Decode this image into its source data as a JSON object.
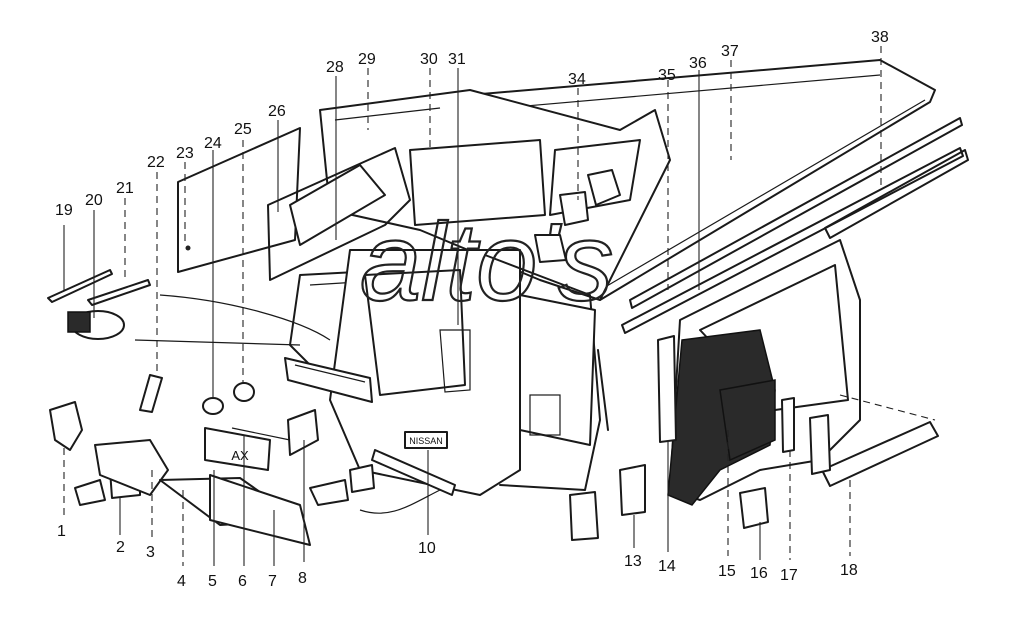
{
  "watermark": "alto's",
  "parts": [
    {
      "id": "1"
    },
    {
      "id": "2"
    },
    {
      "id": "3"
    },
    {
      "id": "4"
    },
    {
      "id": "5"
    },
    {
      "id": "6"
    },
    {
      "id": "7"
    },
    {
      "id": "8"
    },
    {
      "id": "10"
    },
    {
      "id": "13"
    },
    {
      "id": "14"
    },
    {
      "id": "15"
    },
    {
      "id": "16"
    },
    {
      "id": "17"
    },
    {
      "id": "18"
    },
    {
      "id": "19"
    },
    {
      "id": "20"
    },
    {
      "id": "21"
    },
    {
      "id": "22"
    },
    {
      "id": "23"
    },
    {
      "id": "24"
    },
    {
      "id": "25"
    },
    {
      "id": "26"
    },
    {
      "id": "28"
    },
    {
      "id": "29"
    },
    {
      "id": "30"
    },
    {
      "id": "31"
    },
    {
      "id": "34"
    },
    {
      "id": "35"
    },
    {
      "id": "36"
    },
    {
      "id": "37"
    },
    {
      "id": "38"
    }
  ],
  "badges": {
    "plate_text": "AX",
    "emblem_text": "NISSAN"
  }
}
